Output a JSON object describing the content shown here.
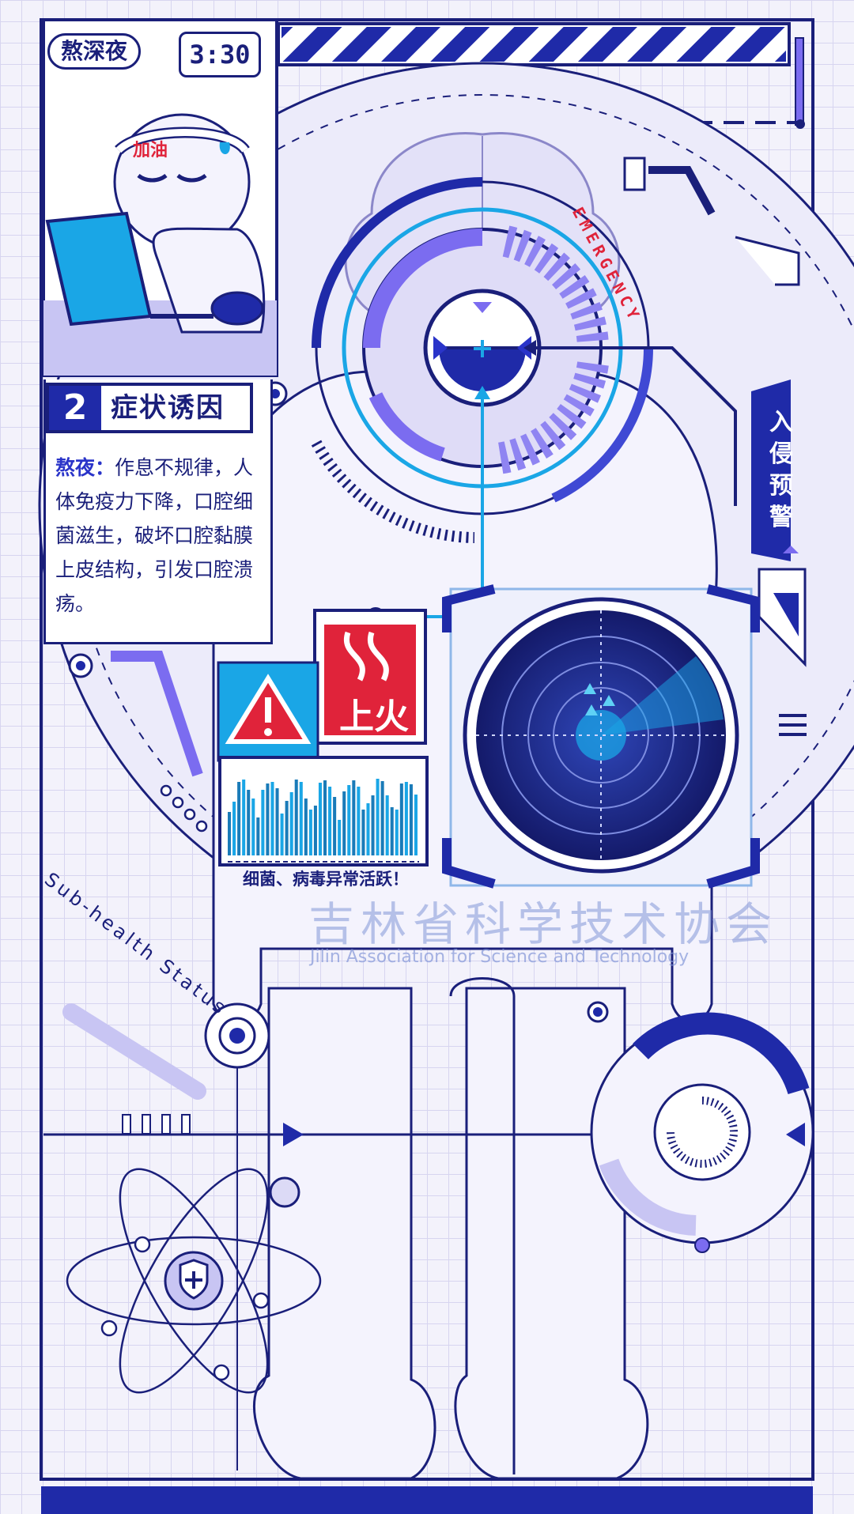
{
  "header": {
    "tag_label": "熬深夜",
    "time": "3:30"
  },
  "character": {
    "headband_text": "加油"
  },
  "panel": {
    "number": "2",
    "title": "症状诱因",
    "body_key": "熬夜：",
    "body_text": "作息不规律，人体免疫力下降，口腔细菌滋生，破坏口腔黏膜上皮结构，引发口腔溃疡。"
  },
  "hud": {
    "emergency_label": "EMERGENCY",
    "alert_label": "入侵预警",
    "fire_label": "上火",
    "bars_caption": "细菌、病毒异常活跃！",
    "arc_text": "Sub-health Status"
  },
  "watermark": {
    "chinese": "吉林省科学技术协会",
    "english": "Jilin Association for Science and Technology"
  },
  "colors": {
    "navy": "#1a1f7a",
    "blue": "#1f2aa8",
    "violet": "#7b6cf0",
    "cyan": "#1aa6e6",
    "alert_red": "#e0233a",
    "paper": "#f3f2fb"
  },
  "icons": {
    "warning": "warning-triangle-icon",
    "shield": "shield-plus-icon",
    "radar": "radar-icon",
    "atom": "atom-icon"
  }
}
